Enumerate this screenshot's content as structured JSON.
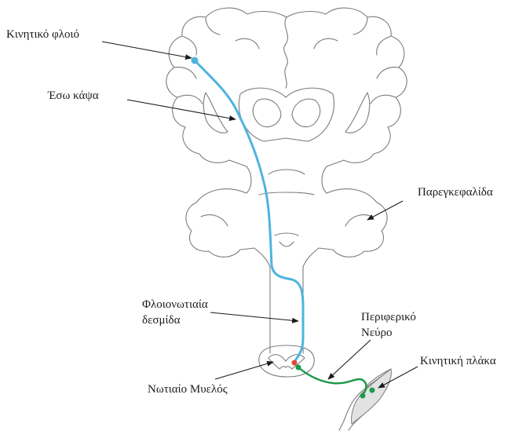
{
  "labels": {
    "motor_cortex": "Κινητικό φλοιό",
    "internal_capsule": "Έσω κάψα",
    "cerebellum": "Παρεγκεφαλίδα",
    "corticospinal_tract_line1": "Φλοιονωτιαία",
    "corticospinal_tract_line2": "δεσμίδα",
    "peripheral_nerve_line1": "Περιφερικό",
    "peripheral_nerve_line2": "Νεύρο",
    "motor_endplate": "Κινητική πλάκα",
    "spinal_cord": "Νωτιαίο Μυελός"
  },
  "colors": {
    "upper_motor_neuron": "#4fb3e0",
    "lower_motor_neuron": "#1e9a4a",
    "synapse": "#e04a3a",
    "outline": "#7b7b7b",
    "muscle_fill": "#e2e2e2"
  }
}
